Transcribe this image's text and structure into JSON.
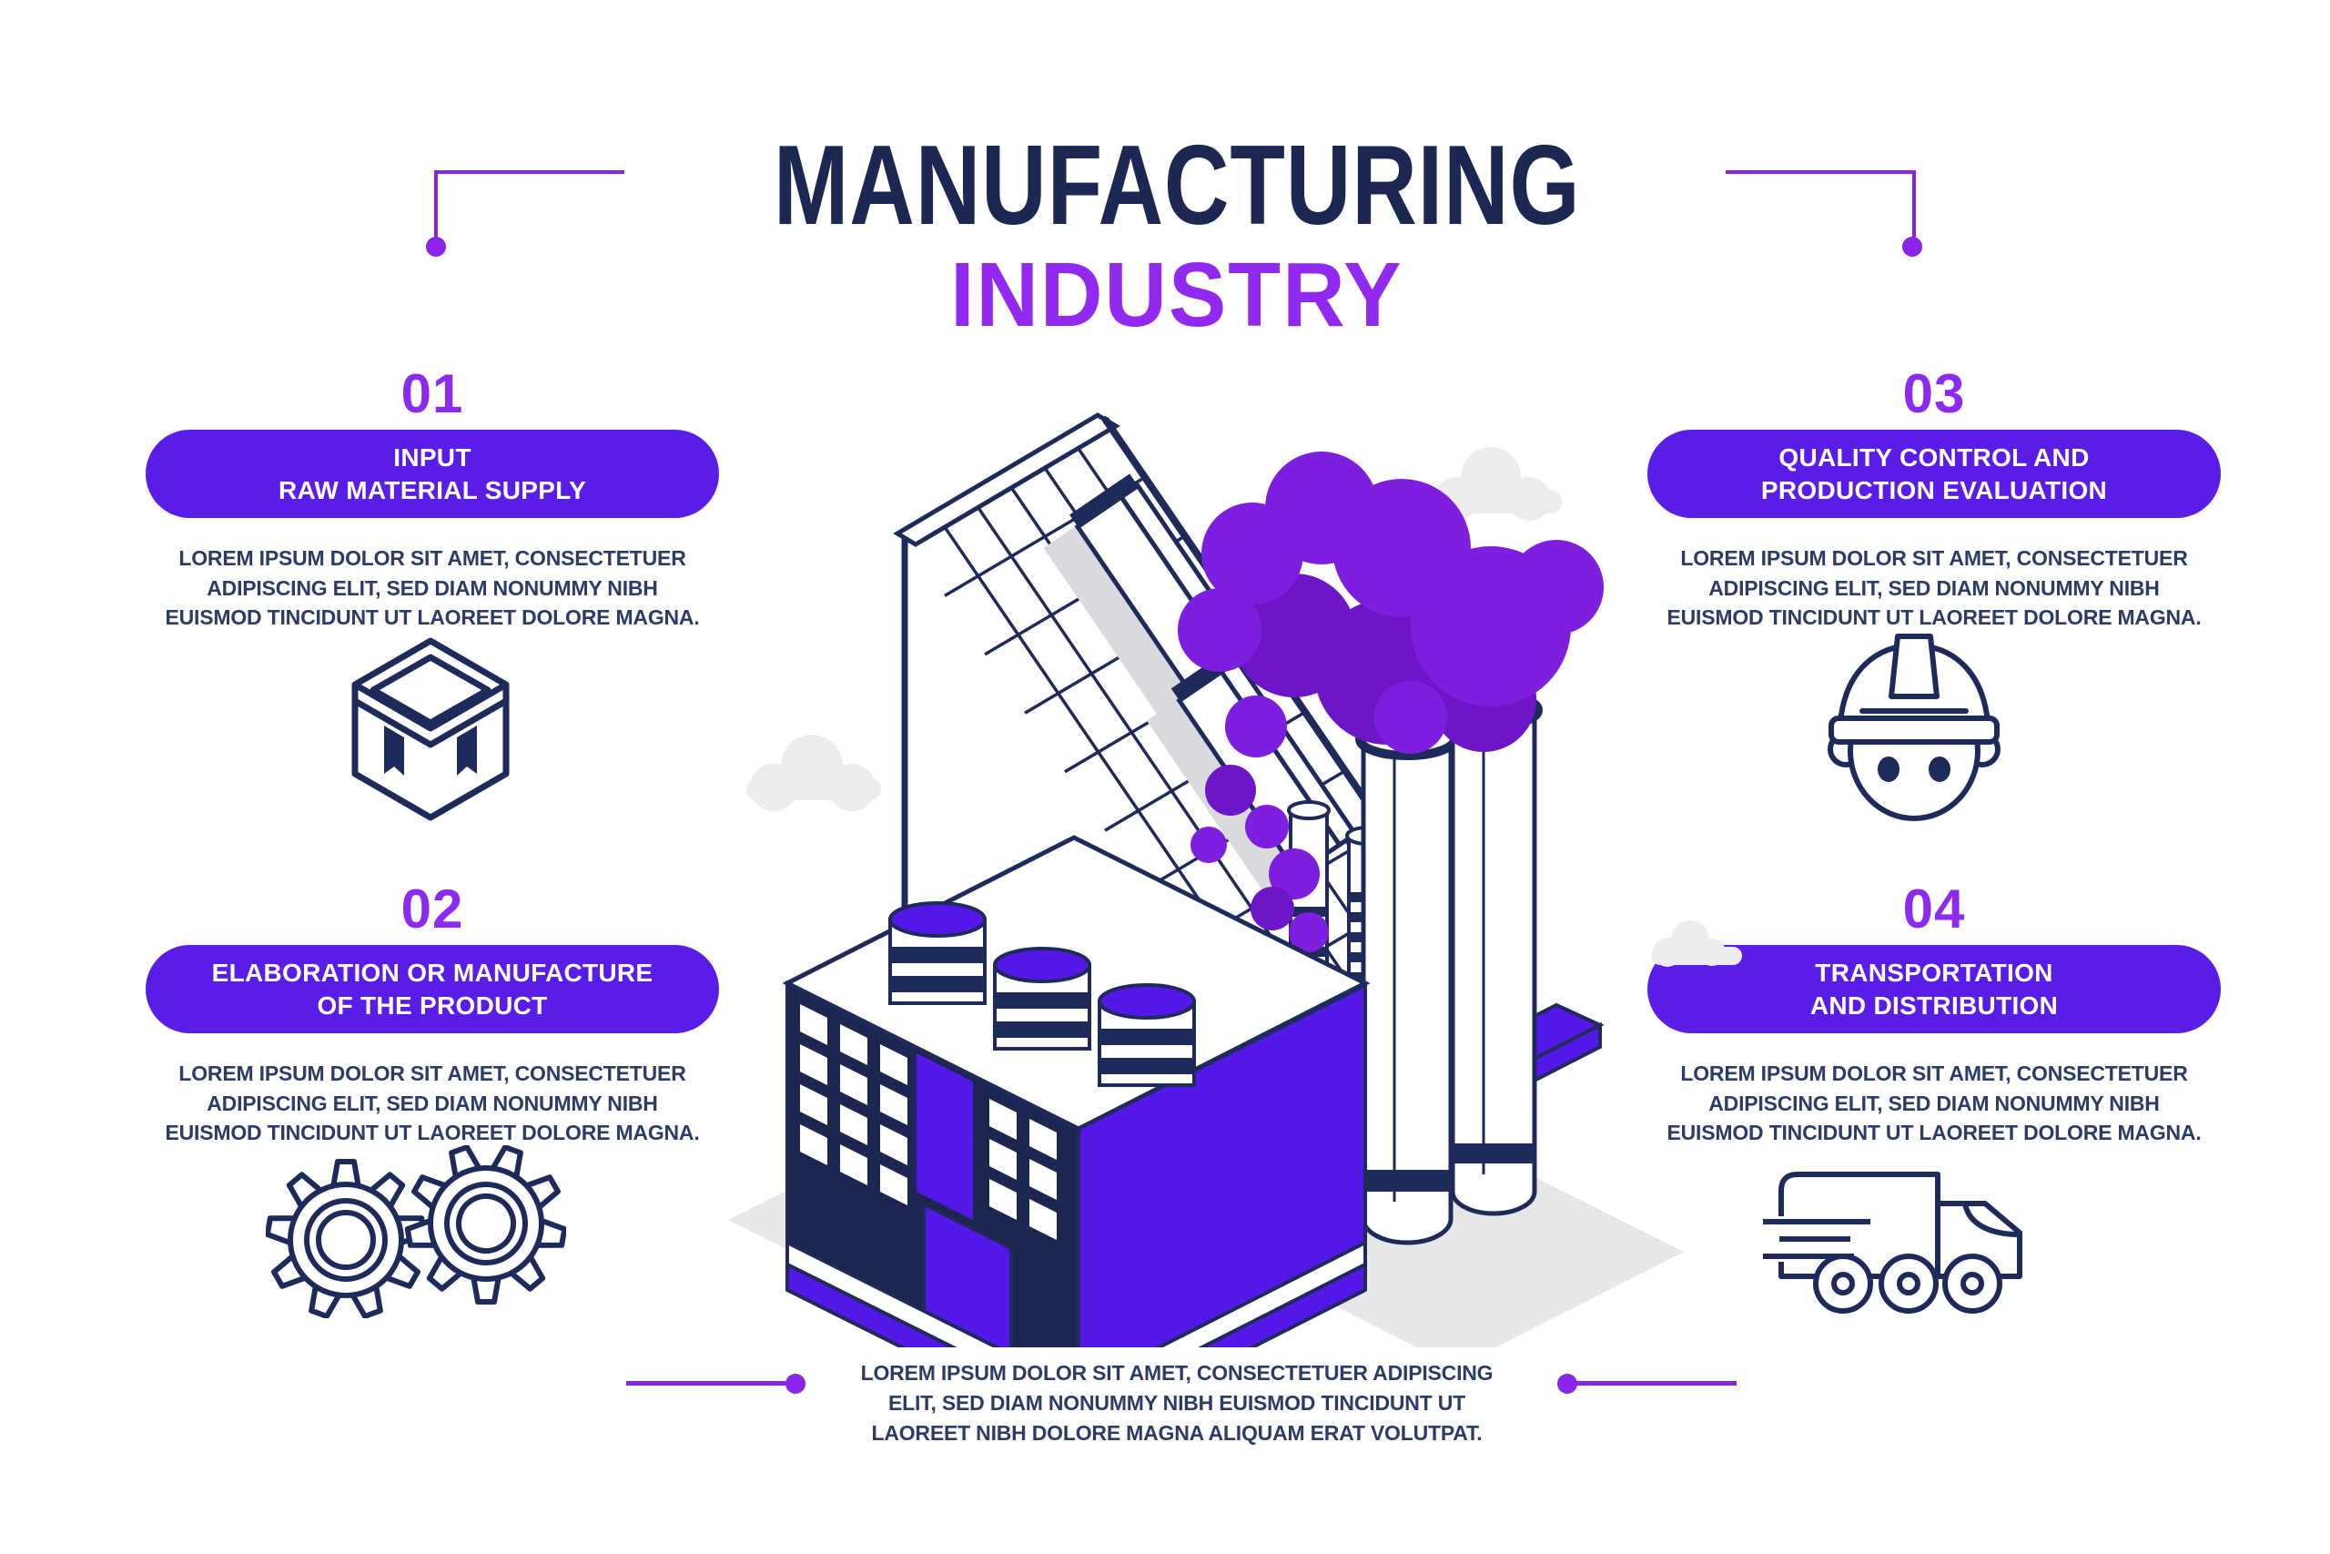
{
  "title": {
    "line1": "MANUFACTURING",
    "line2": "INDUSTRY"
  },
  "sections": [
    {
      "number": "01",
      "heading": "INPUT\nRAW MATERIAL SUPPLY",
      "body": "LOREM IPSUM DOLOR SIT AMET, CONSECTETUER\nADIPISCING ELIT, SED DIAM NONUMMY NIBH\nEUISMOD TINCIDUNT UT LAOREET DOLORE MAGNA.",
      "icon": "open-box-icon"
    },
    {
      "number": "02",
      "heading": "ELABORATION OR MANUFACTURE\nOF THE PRODUCT",
      "body": "LOREM IPSUM DOLOR SIT AMET, CONSECTETUER\nADIPISCING ELIT, SED DIAM NONUMMY NIBH\nEUISMOD TINCIDUNT UT LAOREET DOLORE MAGNA.",
      "icon": "gears-icon"
    },
    {
      "number": "03",
      "heading": "QUALITY CONTROL AND\nPRODUCTION EVALUATION",
      "body": "LOREM IPSUM DOLOR SIT AMET, CONSECTETUER\nADIPISCING ELIT, SED DIAM NONUMMY NIBH\nEUISMOD TINCIDUNT UT LAOREET DOLORE MAGNA.",
      "icon": "worker-helmet-icon"
    },
    {
      "number": "04",
      "heading": "TRANSPORTATION\nAND DISTRIBUTION",
      "body": "LOREM IPSUM DOLOR SIT AMET, CONSECTETUER\nADIPISCING ELIT, SED DIAM NONUMMY NIBH\nEUISMOD TINCIDUNT UT LAOREET DOLORE MAGNA.",
      "icon": "delivery-truck-icon"
    }
  ],
  "footer": {
    "text": "LOREM IPSUM DOLOR SIT AMET, CONSECTETUER ADIPISCING\nELIT, SED DIAM NONUMMY NIBH EUISMOD TINCIDUNT UT\nLAOREET  NIBH DOLORE MAGNA ALIQUAM ERAT VOLUTPAT."
  },
  "illustration": {
    "name": "isometric-factory",
    "elements": [
      "factory-building",
      "glass-roof",
      "roof-monitors",
      "storage-tanks",
      "chimneys",
      "striped-chimneys",
      "purple-smoke",
      "clouds",
      "ground-shadow"
    ]
  },
  "colors": {
    "title_navy": "#1c2752",
    "outline_navy": "#1e2a5a",
    "body_text_navy": "#2b3c68",
    "pill_purple": "#5a1de8",
    "number_purple": "#8b2bf0",
    "building_purple": "#5318e8",
    "smoke_purple": "#7e1fe0",
    "smoke_purple_dark": "#6c16c8",
    "cloud_gray": "#ececef",
    "shadow_gray": "#e7e7ea"
  }
}
